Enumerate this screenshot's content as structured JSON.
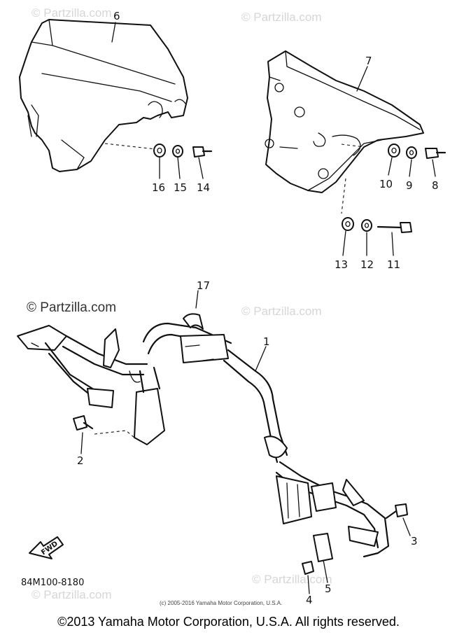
{
  "watermark": {
    "text": "© Partzilla.com"
  },
  "callouts": [
    "6",
    "7",
    "16",
    "15",
    "14",
    "10",
    "9",
    "8",
    "13",
    "12",
    "11",
    "17",
    "1",
    "2",
    "3",
    "4",
    "5"
  ],
  "fwd_label": "FWD",
  "diagram_code": "84M100-8180",
  "small_copyright": "(c) 2005-2016 Yamaha Motor Corporation, U.S.A.",
  "copyright": "©2013 Yamaha Motor Corporation, U.S.A. All rights reserved."
}
